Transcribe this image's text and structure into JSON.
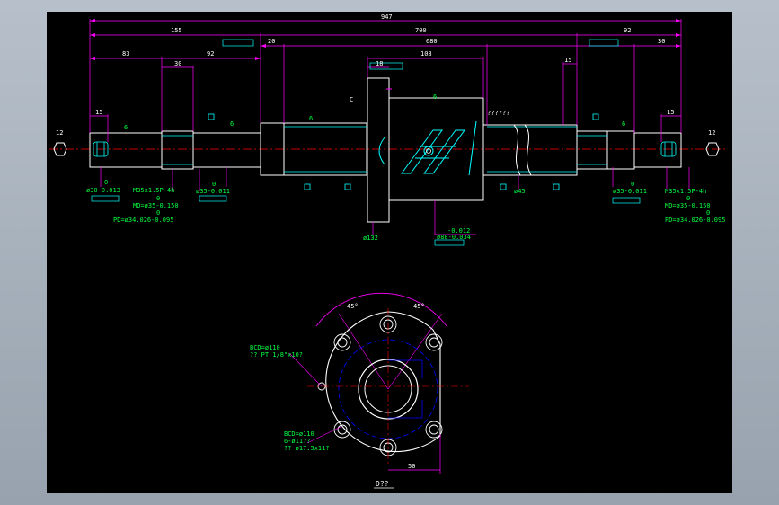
{
  "drawing": {
    "dims_top": {
      "overall": "947",
      "d155": "155",
      "d700": "700",
      "d92_right": "92",
      "d20": "20",
      "d680": "680",
      "d30_right": "30",
      "d83": "83",
      "d30": "30",
      "d92": "92",
      "d108": "108",
      "d18": "18",
      "d15_left": "15",
      "d15_right": "15",
      "d15_mid": "15",
      "d12_left": "12",
      "d12_right": "12",
      "questions": "??????",
      "d6_a": "6",
      "d6_b": "6",
      "d6_c": "6",
      "d6_d": "6",
      "d6_e": "6",
      "label_c": "C"
    },
    "labels_left": {
      "l1_0": "0",
      "l1_dia": "ø30-0.013",
      "l2_thread": "M35x1.5P-4h",
      "l2_0": "0",
      "l2_md": "MD=ø35-0.150",
      "l2_0b": "0",
      "l2_pd": "PD=ø34.026-0.095",
      "l3_0": "0",
      "l3_dia": "ø35-0.011"
    },
    "labels_right": {
      "r1_0": "0",
      "r1_dia": "ø35-0.011",
      "r2_thread": "M35x1.5P-4h",
      "r2_0": "0",
      "r2_md": "MD=ø35-0.150",
      "r2_0b": "0",
      "r2_pd": "PD=ø34.026-0.095",
      "r_d45": "ø45"
    },
    "labels_nut": {
      "d132": "ø132",
      "tol_top": "-0.012",
      "d88": "ø88-0.034"
    },
    "flange": {
      "angle_left": "45°",
      "angle_right": "45°",
      "bcd1": "BCD=ø110",
      "pt": "?? PT 1/8\"x10?",
      "bcd2": "BCD=ø110",
      "holes": "6-ø11??",
      "cbore": "?? ø17.5x11?",
      "d50": "50"
    },
    "view_title": "D??"
  },
  "colors": {
    "white": "#ffffff",
    "magenta": "#ff00ff",
    "cyan": "#00ffff",
    "red": "#ff0000",
    "green": "#00ff40",
    "blue": "#0000ff",
    "background": "#000000"
  }
}
